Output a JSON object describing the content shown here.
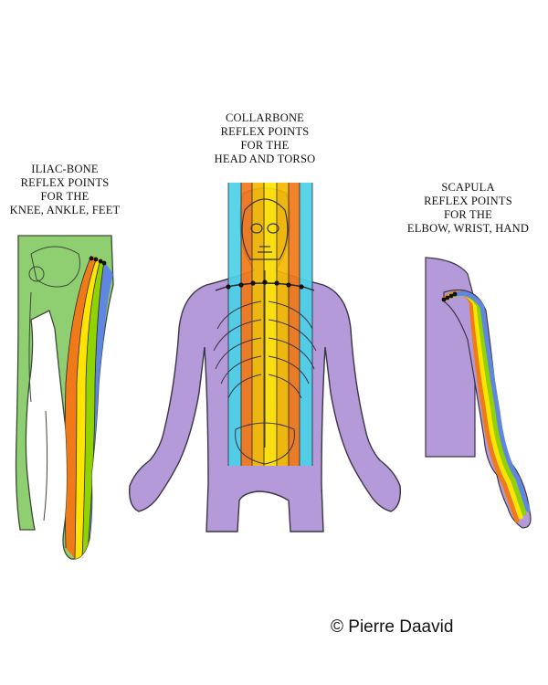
{
  "labels": {
    "collarbone": [
      "COLLARBONE",
      "REFLEX POINTS",
      "FOR THE",
      "HEAD AND TORSO"
    ],
    "iliac": [
      "ILIAC-BONE",
      "REFLEX POINTS",
      "FOR THE",
      "KNEE, ANKLE, FEET"
    ],
    "scapula": [
      "SCAPULA",
      "REFLEX POINTS",
      "FOR THE",
      "ELBOW, WRIST, HAND"
    ]
  },
  "credit": "© Pierre Daavid",
  "colors": {
    "torso_body": "#b49ad8",
    "leg_body": "#8fcf72",
    "line": "#2a2430",
    "bands": [
      "#4bd0e6",
      "#f07a18",
      "#f3b800",
      "#ffe400",
      "#8fd400",
      "#5f86e0"
    ]
  }
}
